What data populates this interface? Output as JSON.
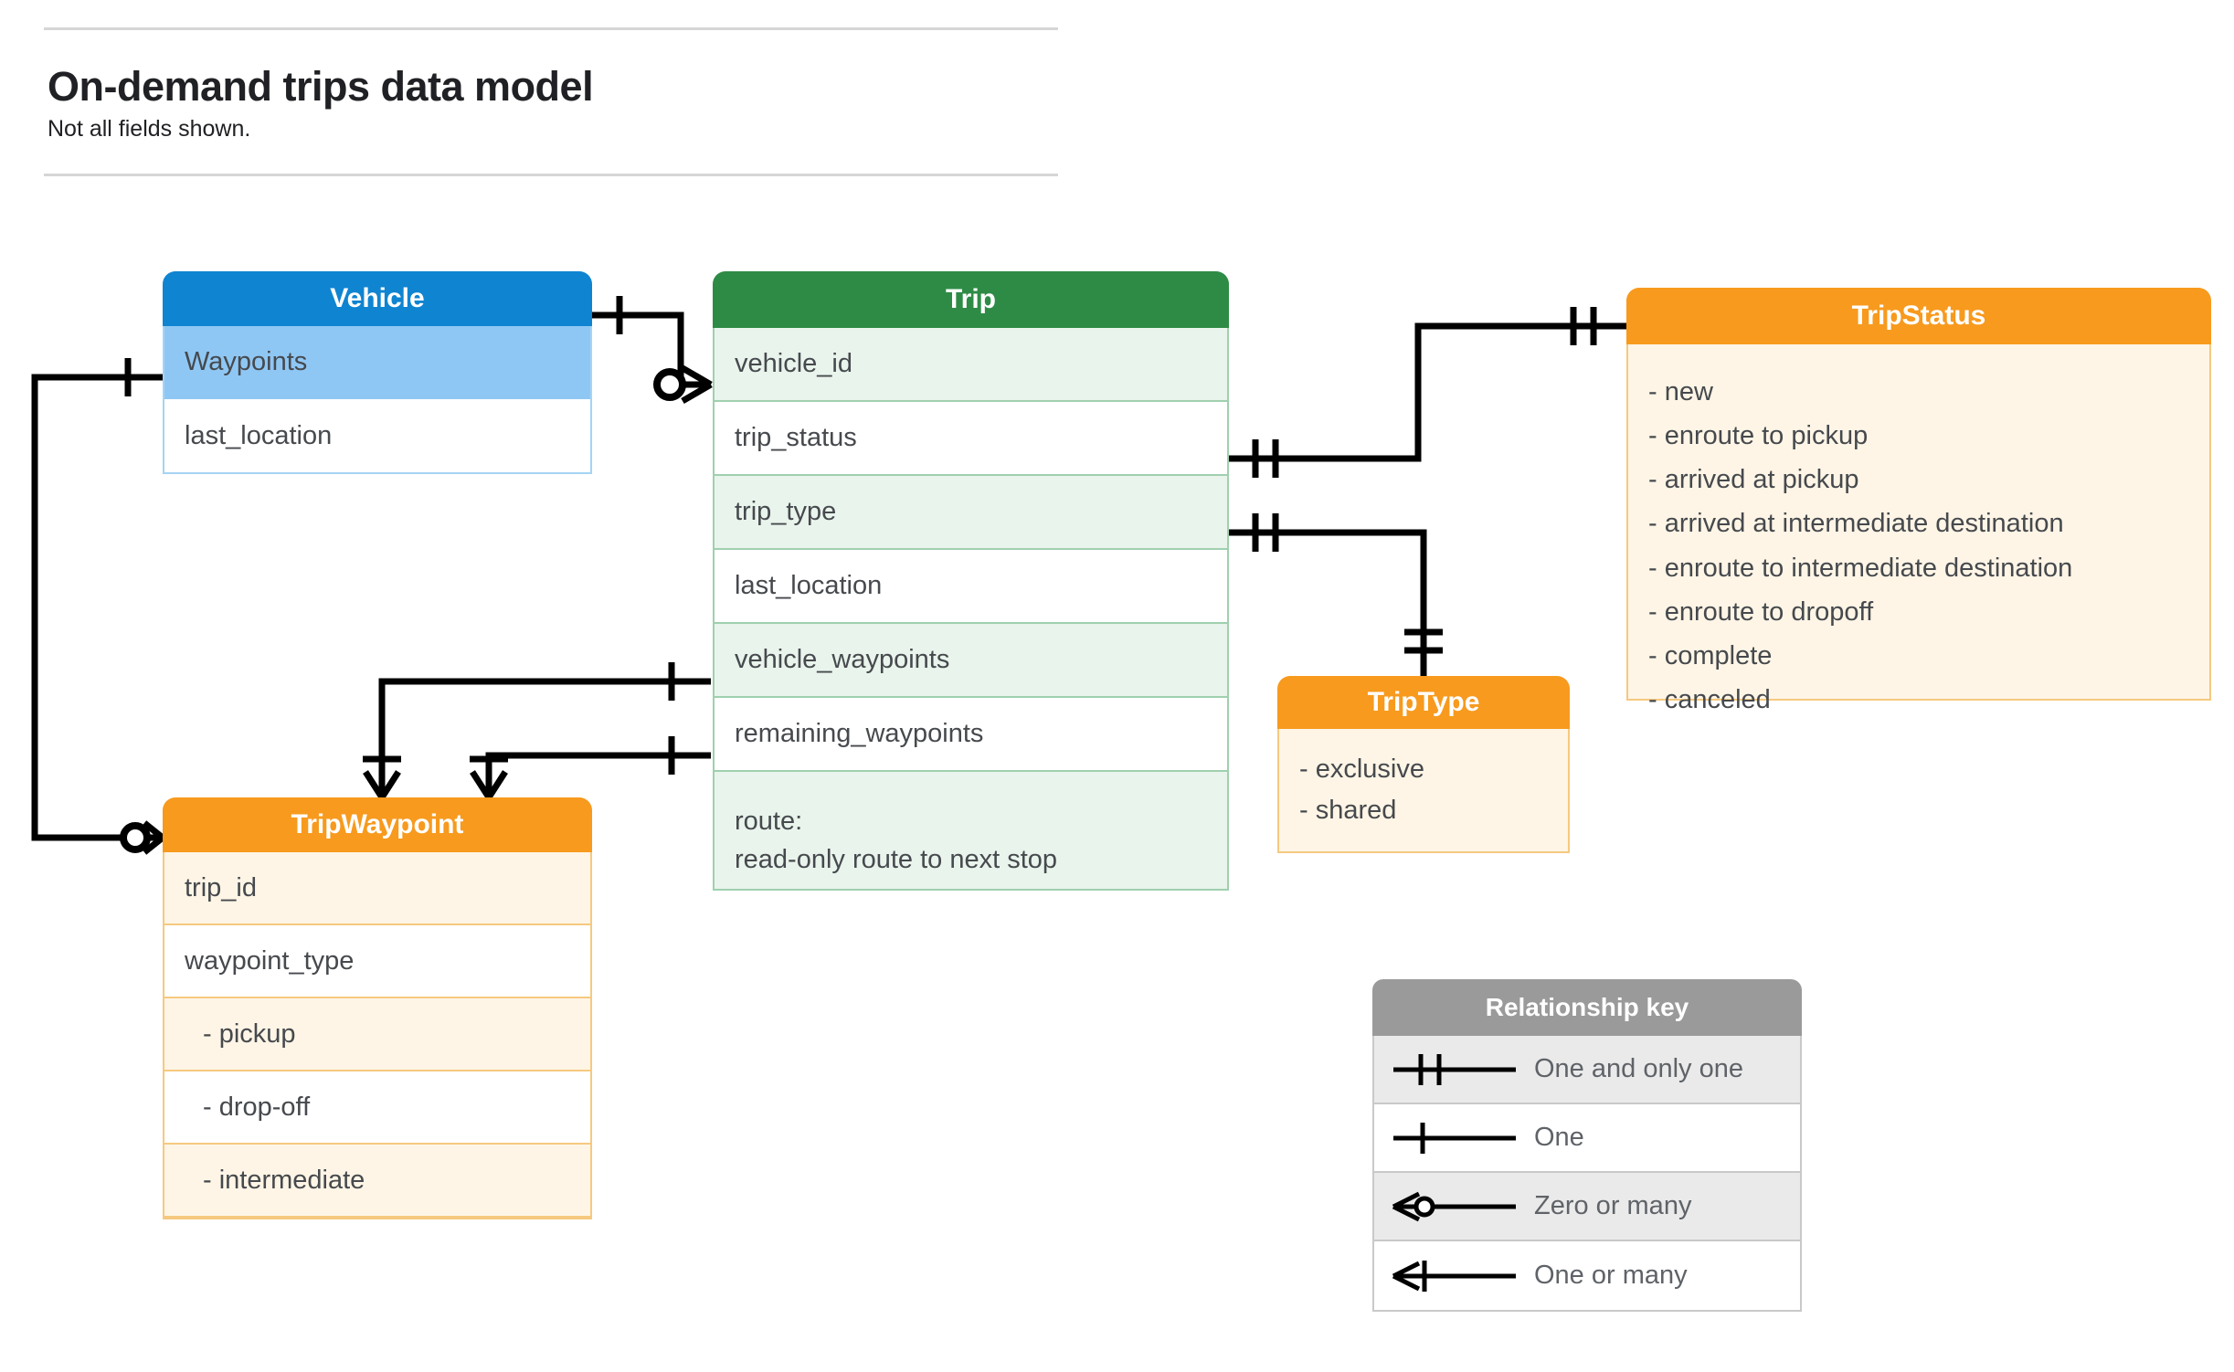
{
  "header": {
    "title": "On-demand trips data model",
    "subtitle": "Not all fields shown."
  },
  "colors": {
    "vehicle_header": "#0f84d1",
    "vehicle_highlight_row": "#8fc7f4",
    "trip_header": "#2e8b46",
    "trip_row_tint": "#e9f4ec",
    "orange_header": "#f79a1e",
    "orange_row_tint": "#fef5e6",
    "key_header": "#9a9a9a",
    "key_row_shade": "#eaeaea",
    "connector": "#000000",
    "text": "#46494d"
  },
  "entities": {
    "vehicle": {
      "title": "Vehicle",
      "rows": [
        "Waypoints",
        "last_location"
      ]
    },
    "trip": {
      "title": "Trip",
      "rows": [
        "vehicle_id",
        "trip_status",
        "trip_type",
        "last_location",
        "vehicle_waypoints",
        "remaining_waypoints"
      ],
      "route_row": {
        "label": "route:",
        "description": "read-only route to next stop"
      }
    },
    "tripwaypoint": {
      "title": "TripWaypoint",
      "rows": [
        "trip_id",
        "waypoint_type",
        "-  pickup",
        "-  drop-off",
        "-  intermediate"
      ]
    },
    "triptype": {
      "title": "TripType",
      "values": [
        "- exclusive",
        "- shared"
      ]
    },
    "tripstatus": {
      "title": "TripStatus",
      "values": [
        "- new",
        "- enroute to pickup",
        "- arrived at pickup",
        "- arrived at intermediate destination",
        "- enroute to intermediate destination",
        "- enroute to dropoff",
        "- complete",
        "- canceled"
      ]
    }
  },
  "relationship_key": {
    "title": "Relationship key",
    "rows": [
      {
        "symbol": "one-and-only-one",
        "label": "One and only one"
      },
      {
        "symbol": "one",
        "label": "One"
      },
      {
        "symbol": "zero-or-many",
        "label": "Zero or many"
      },
      {
        "symbol": "one-or-many",
        "label": "One or many"
      }
    ]
  },
  "relationships": [
    {
      "from": "Vehicle",
      "from_cardinality": "one",
      "to": "Trip.vehicle_id",
      "to_cardinality": "zero-or-many"
    },
    {
      "from": "Vehicle.Waypoints",
      "from_cardinality": "one",
      "to": "TripWaypoint",
      "to_cardinality": "zero-or-many"
    },
    {
      "from": "Trip.trip_status",
      "from_cardinality": "one-and-only-one",
      "to": "TripStatus",
      "to_cardinality": "one-and-only-one"
    },
    {
      "from": "Trip.trip_type",
      "from_cardinality": "one-and-only-one",
      "to": "TripType",
      "to_cardinality": "one-and-only-one"
    },
    {
      "from": "Trip.vehicle_waypoints",
      "from_cardinality": "one",
      "to": "TripWaypoint",
      "to_cardinality": "one-or-many"
    },
    {
      "from": "Trip.remaining_waypoints",
      "from_cardinality": "one",
      "to": "TripWaypoint",
      "to_cardinality": "one-or-many"
    }
  ]
}
